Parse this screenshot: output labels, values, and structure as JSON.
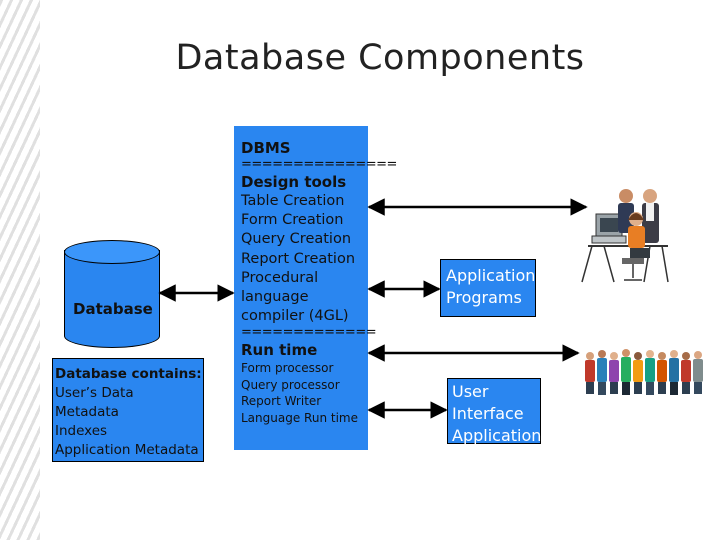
{
  "slide": {
    "title": "Database Components"
  },
  "database": {
    "label": "Database",
    "contains_heading": "Database contains:",
    "contains_items": [
      "User’s Data",
      "Metadata",
      "Indexes",
      "Application Metadata"
    ]
  },
  "dbms": {
    "heading": "DBMS",
    "separator": "===============",
    "design_tools_heading": "Design tools",
    "design_tools_items": [
      "Table Creation",
      "Form Creation",
      "Query Creation",
      "Report Creation",
      "Procedural",
      "language",
      "compiler (4GL)"
    ],
    "separator2": "=============",
    "run_time_heading": "Run time",
    "run_time_items": [
      "Form processor",
      "Query processor",
      "Report Writer",
      "Language Run time"
    ]
  },
  "application_programs": {
    "lines": [
      "Application",
      "Programs"
    ]
  },
  "user_interface": {
    "lines": [
      "User",
      "Interface",
      "Applications"
    ]
  },
  "colors": {
    "box_fill": "#2a86f0",
    "arrow": "#000000"
  },
  "icons": [
    "developers-clipart-icon",
    "user-group-clipart-icon"
  ]
}
